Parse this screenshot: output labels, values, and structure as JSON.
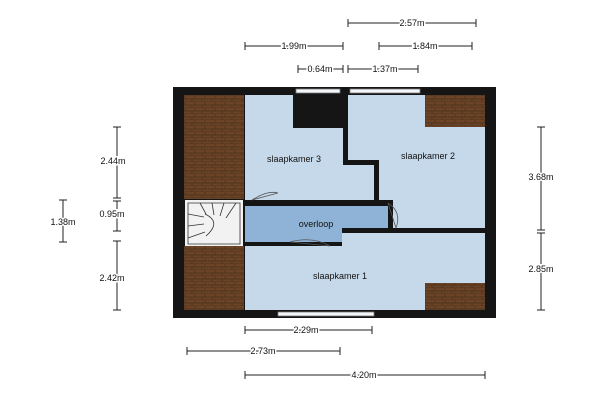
{
  "rooms": {
    "slaapkamer3": "slaapkamer 3",
    "slaapkamer2": "slaapkamer 2",
    "overloop": "overloop",
    "slaapkamer1": "slaapkamer 1"
  },
  "dimensions": {
    "top_2_57": "2.57m",
    "top_1_99": "1.99m",
    "top_1_84": "1.84m",
    "top_0_64": "0.64m",
    "top_1_37": "1.37m",
    "left_2_44": "2.44m",
    "left_0_95": "0.95m",
    "left_1_38": "1.38m",
    "left_2_42": "2.42m",
    "right_3_68": "3.68m",
    "right_2_85": "2.85m",
    "bottom_2_29": "2.29m",
    "bottom_2_73": "2.73m",
    "bottom_4_20": "4.20m"
  },
  "colors": {
    "room": "#c6d9ea",
    "landing": "#8fb3d6",
    "roof": "#6b4428",
    "wall": "#151515"
  }
}
